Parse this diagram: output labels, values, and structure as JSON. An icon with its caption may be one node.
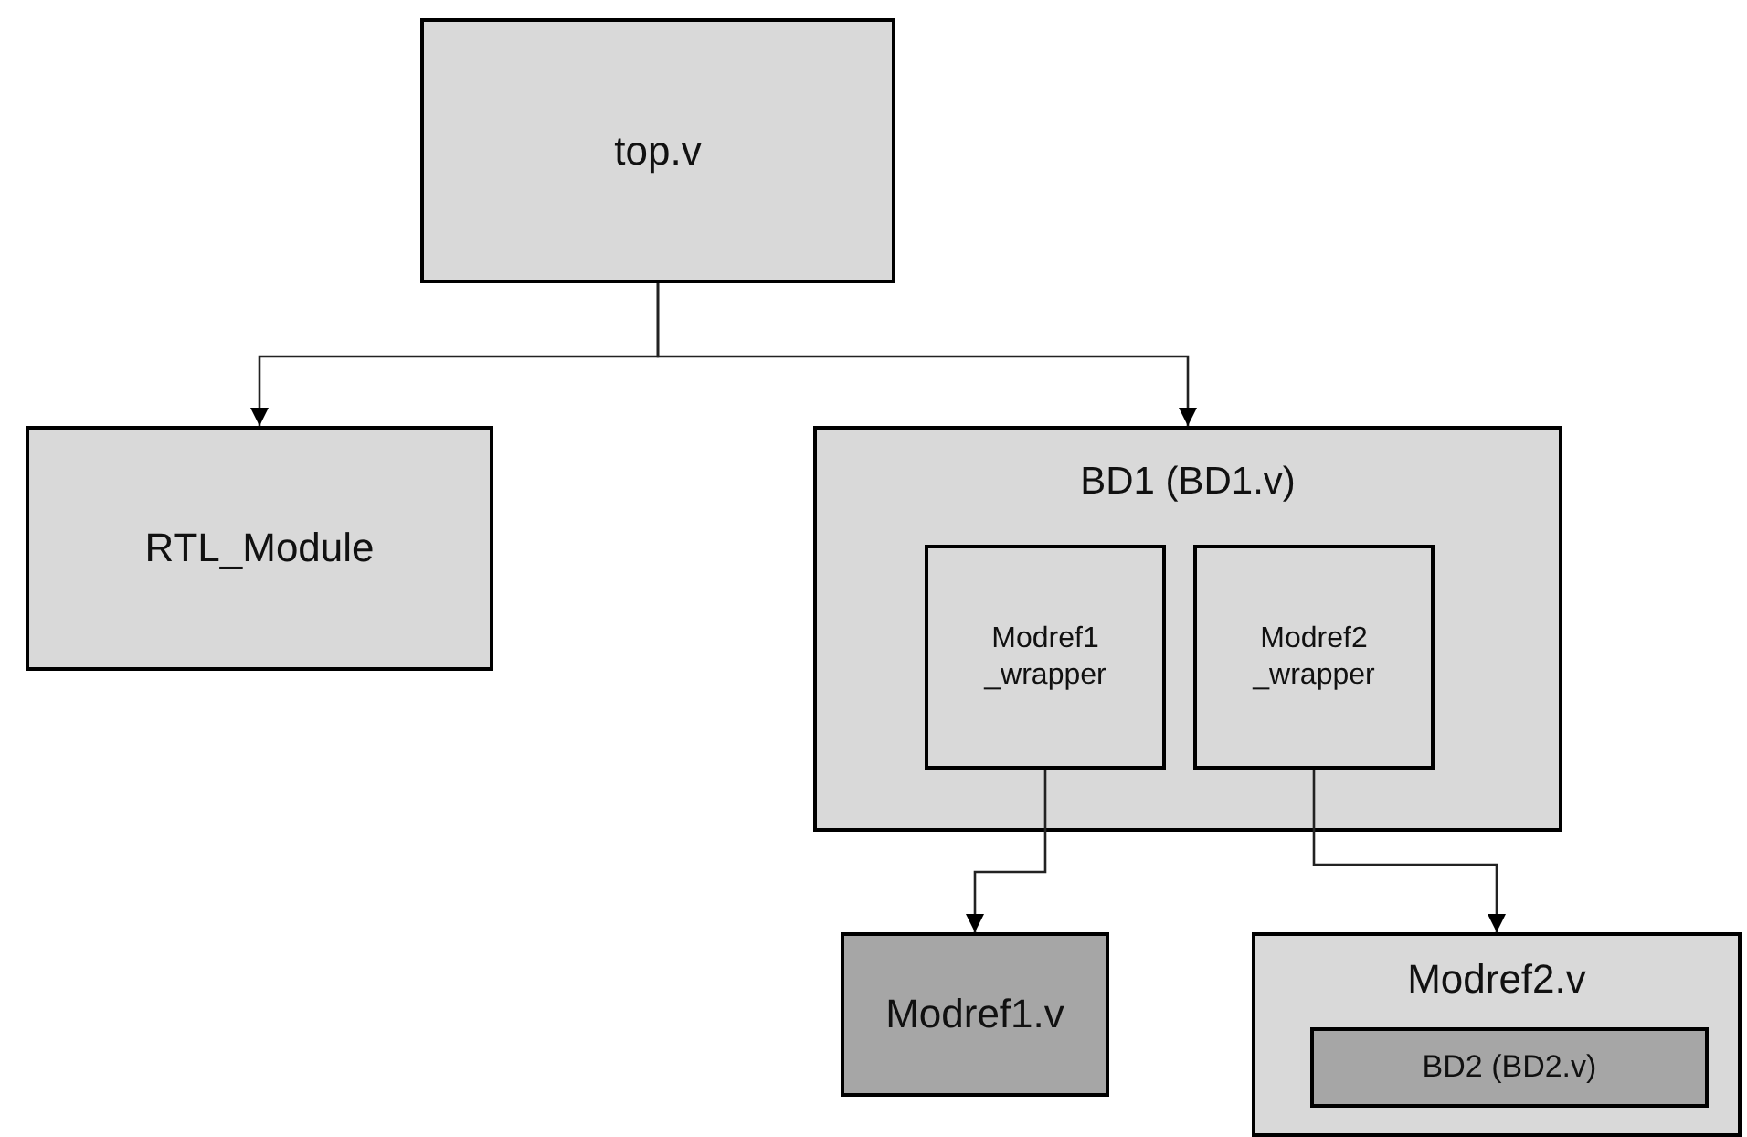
{
  "diagram": {
    "nodes": [
      {
        "text": [
          "top.v"
        ]
      },
      {
        "text": [
          "RTL_Module"
        ]
      },
      {
        "text": [
          "BD1 (BD1.v)"
        ]
      },
      {
        "text": [
          "Modref1 _wrapper"
        ],
        "in": 2
      },
      {
        "text": [
          "Modref2 _wrapper"
        ],
        "in": 2
      },
      {
        "text": [
          "Modref1.v"
        ]
      },
      {
        "text": [
          "Modref2.v"
        ]
      },
      {
        "text": [
          "BD2 (BD2.v)"
        ],
        "in": 6
      }
    ],
    "edges": [
      {
        "from": 0,
        "to": 1,
        "arrow": "to"
      },
      {
        "from": 0,
        "to": 2,
        "arrow": "to"
      },
      {
        "from": 3,
        "to": 5,
        "arrow": "to"
      },
      {
        "from": 4,
        "to": 6,
        "arrow": "to"
      }
    ]
  }
}
